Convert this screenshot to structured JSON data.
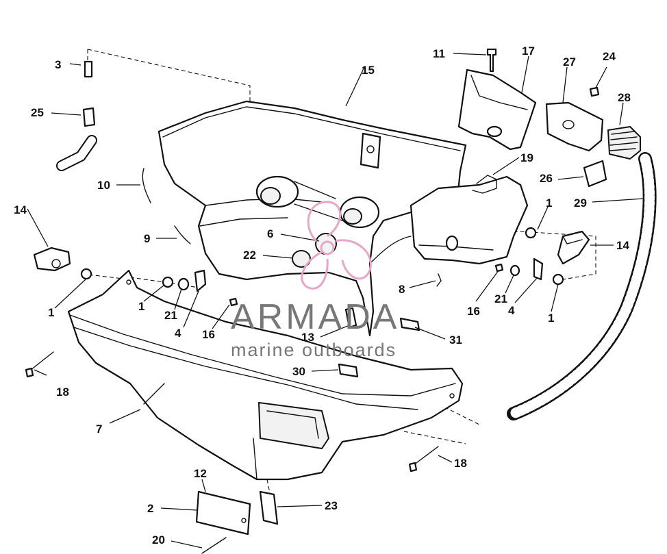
{
  "watermark": {
    "brand": "ARMADA",
    "tagline": "marine outboards",
    "logo_color": "#e7a6c7",
    "text_color": "#777777"
  },
  "callouts": {
    "c1a": "1",
    "c1b": "1",
    "c1c": "1",
    "c1d": "1",
    "c2": "2",
    "c3": "3",
    "c4a": "4",
    "c4b": "4",
    "c6": "6",
    "c7": "7",
    "c8": "8",
    "c9": "9",
    "c10": "10",
    "c11": "11",
    "c12": "12",
    "c13": "13",
    "c14a": "14",
    "c14b": "14",
    "c15": "15",
    "c16a": "16",
    "c16b": "16",
    "c17": "17",
    "c18a": "18",
    "c18b": "18",
    "c19": "19",
    "c20": "20",
    "c21a": "21",
    "c21b": "21",
    "c22": "22",
    "c23": "23",
    "c24": "24",
    "c25": "25",
    "c26": "26",
    "c27": "27",
    "c28": "28",
    "c29": "29",
    "c30": "30",
    "c31": "31"
  }
}
